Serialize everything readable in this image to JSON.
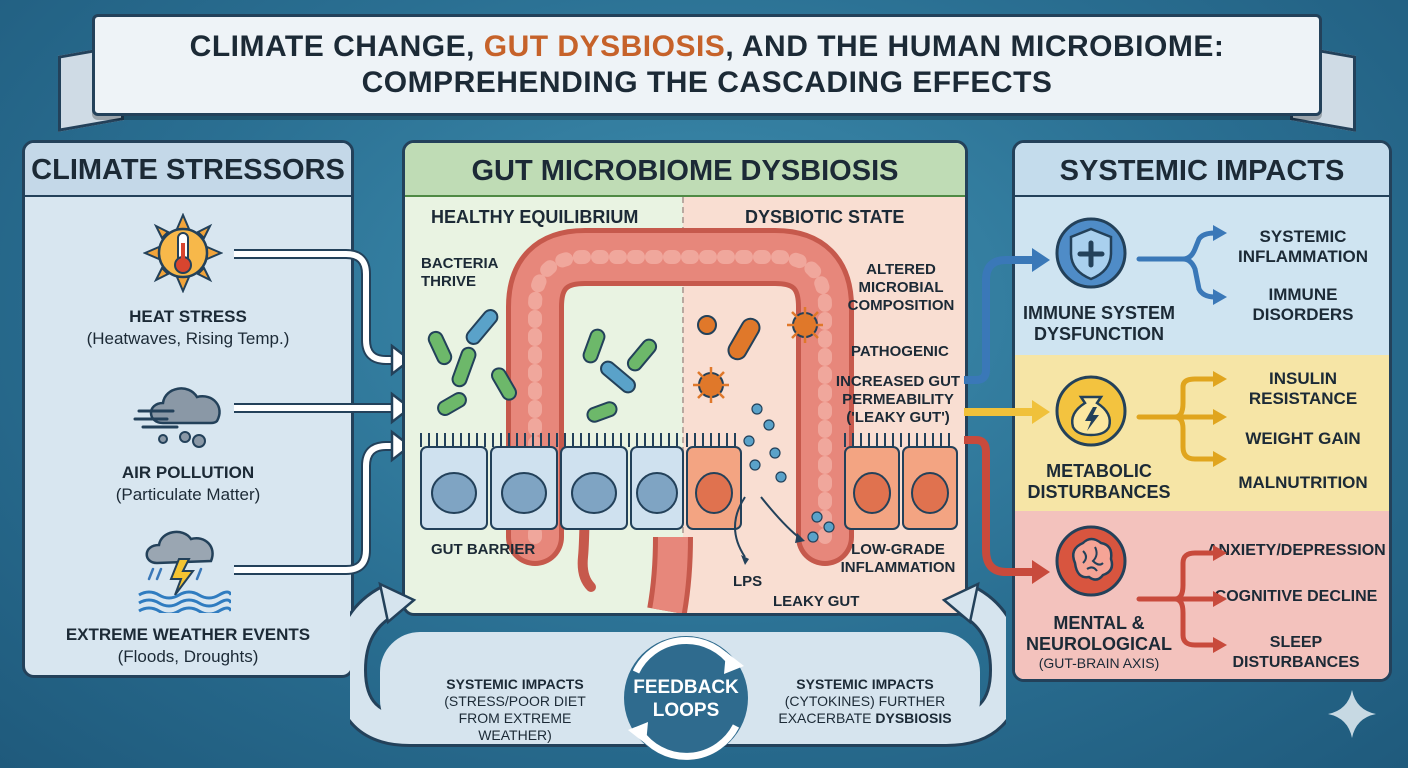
{
  "title": {
    "part1": "CLIMATE CHANGE, ",
    "accent": "GUT DYSBIOSIS",
    "part2": ", AND THE HUMAN MICROBIOME:",
    "line2": "COMPREHENDING THE CASCADING EFFECTS"
  },
  "stressors": {
    "heading": "CLIMATE STRESSORS",
    "items": [
      {
        "title": "HEAT STRESS",
        "sub": "(Heatwaves, Rising Temp.)",
        "icon": "sun-thermometer-icon"
      },
      {
        "title": "AIR POLLUTION",
        "sub": "(Particulate Matter)",
        "icon": "smog-cloud-icon"
      },
      {
        "title": "EXTREME WEATHER EVENTS",
        "sub": "(Floods, Droughts)",
        "icon": "storm-flood-icon"
      }
    ]
  },
  "gut": {
    "heading": "GUT MICROBIOME DYSBIOSIS",
    "healthy": {
      "heading": "HEALTHY EQUILIBRIUM",
      "bacteria": "BACTERIA THRIVE",
      "barrier": "GUT BARRIER"
    },
    "dysbiotic": {
      "heading": "DYSBIOTIC STATE",
      "altered": "ALTERED MICROBIAL COMPOSITION",
      "pathogenic": "PATHOGENIC",
      "permeability": "INCREASED GUT PERMEABILITY ('LEAKY GUT')",
      "inflammation": "LOW-GRADE INFLAMMATION",
      "lps": "LPS",
      "leaky": "LEAKY GUT"
    }
  },
  "impacts": {
    "heading": "SYSTEMIC IMPACTS",
    "groups": [
      {
        "label": "IMMUNE SYSTEM DYSFUNCTION",
        "icon": "shield-cross-icon",
        "outcomes": [
          "SYSTEMIC INFLAMMATION",
          "IMMUNE DISORDERS"
        ],
        "color": "#3a78b8"
      },
      {
        "label": "METABOLIC DISTURBANCES",
        "icon": "money-bag-icon",
        "outcomes": [
          "INSULIN RESISTANCE",
          "WEIGHT GAIN",
          "MALNUTRITION"
        ],
        "color": "#e0a51e"
      },
      {
        "label": "MENTAL & NEUROLOGICAL",
        "sublabel": "(GUT-BRAIN AXIS)",
        "icon": "brain-icon",
        "outcomes": [
          "ANXIETY/DEPRESSION",
          "COGNITIVE DECLINE",
          "SLEEP DISTURBANCES"
        ],
        "color": "#c84a3c"
      }
    ]
  },
  "feedback": {
    "label": "FEEDBACK LOOPS",
    "left_line1": "SYSTEMIC IMPACTS",
    "left_line2": "(STRESS/POOR DIET",
    "left_line3": "FROM EXTREME WEATHER)",
    "right_line1": "SYSTEMIC IMPACTS",
    "right_line2": "(CYTOKINES) FURTHER",
    "right_line3a": "EXACERBATE ",
    "right_line3b": "DYSBIOSIS"
  }
}
